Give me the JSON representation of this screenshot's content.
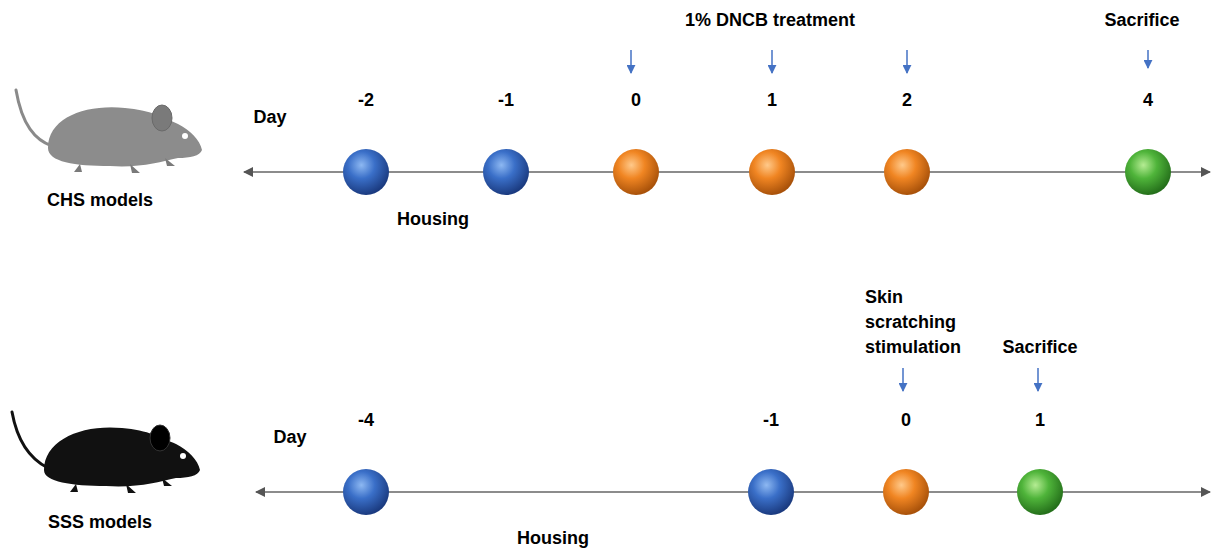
{
  "diagram": {
    "nodes": [
      {
        "text": [
          "-2"
        ]
      },
      {
        "text": [
          "-1"
        ]
      },
      {
        "text": [
          "0"
        ]
      },
      {
        "text": [
          "1"
        ]
      },
      {
        "text": [
          "2"
        ]
      },
      {
        "text": [
          "4"
        ]
      },
      {
        "text": [
          "-4"
        ]
      },
      {
        "text": [
          "-1"
        ]
      },
      {
        "text": [
          "0"
        ]
      },
      {
        "text": [
          "1"
        ]
      }
    ],
    "labels": [
      "1% DNCB treatment",
      "Sacrifice",
      "Day",
      "CHS models",
      "Housing",
      "Skin scratching stimulation",
      "Sacrifice",
      "Day",
      "SSS models",
      "Housing"
    ]
  }
}
